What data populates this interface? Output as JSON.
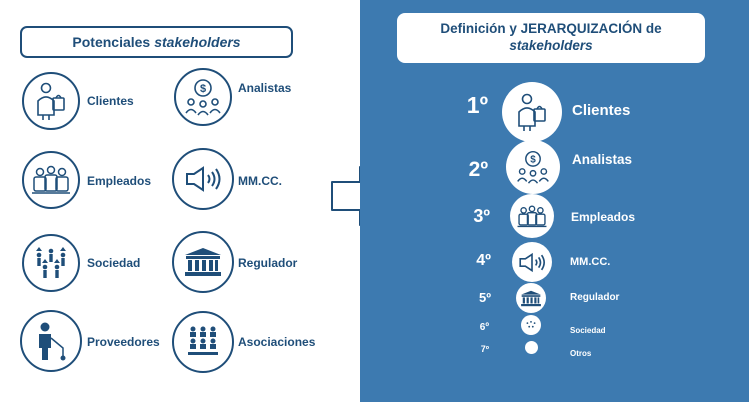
{
  "left": {
    "title_plain": "Potenciales",
    "title_italic": "stakeholders",
    "items": [
      {
        "label": "Clientes",
        "icon": "shopping-person-icon"
      },
      {
        "label": "Analistas",
        "icon": "money-group-icon"
      },
      {
        "label": "Empleados",
        "icon": "employees-icon"
      },
      {
        "label": "MM.CC.",
        "icon": "megaphone-icon"
      },
      {
        "label": "Sociedad",
        "icon": "people-arrows-icon"
      },
      {
        "label": "Regulador",
        "icon": "government-building-icon"
      },
      {
        "label": "Proveedores",
        "icon": "supplier-icon"
      },
      {
        "label": "Asociaciones",
        "icon": "association-icon"
      }
    ]
  },
  "right": {
    "title_line1": "Definición y JERARQUIZACIÓN de",
    "title_line2": "stakeholders",
    "ranking": [
      {
        "rank": "1º",
        "label": "Clientes"
      },
      {
        "rank": "2º",
        "label": "Analistas"
      },
      {
        "rank": "3º",
        "label": "Empleados"
      },
      {
        "rank": "4º",
        "label": "MM.CC."
      },
      {
        "rank": "5º",
        "label": "Regulador"
      },
      {
        "rank": "6º",
        "label": "Sociedad"
      },
      {
        "rank": "7º",
        "label": "Otros"
      }
    ]
  },
  "colors": {
    "dark_blue": "#1f4e79",
    "panel_blue": "#3d7ab0",
    "white": "#ffffff"
  }
}
